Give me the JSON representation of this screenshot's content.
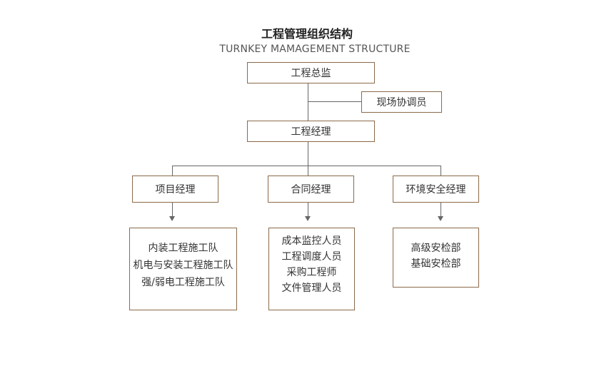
{
  "header": {
    "title": "工程管理组织结构",
    "subtitle": "TURNKEY MAMAGEMENT STRUCTURE"
  },
  "org": {
    "director": "工程总监",
    "coordinator": "现场协调员",
    "manager": "工程经理",
    "departments": [
      {
        "title": "项目经理",
        "members": [
          "内装工程施工队",
          "机电与安装工程施工队",
          "强/弱电工程施工队"
        ]
      },
      {
        "title": "合同经理",
        "members": [
          "成本监控人员",
          "工程调度人员",
          "采购工程师",
          "文件管理人员"
        ]
      },
      {
        "title": "环境安全经理",
        "members": [
          "高级安检部",
          "基础安检部"
        ]
      }
    ]
  },
  "colors": {
    "box_border": "#8b6a4a",
    "connector": "#666666"
  }
}
